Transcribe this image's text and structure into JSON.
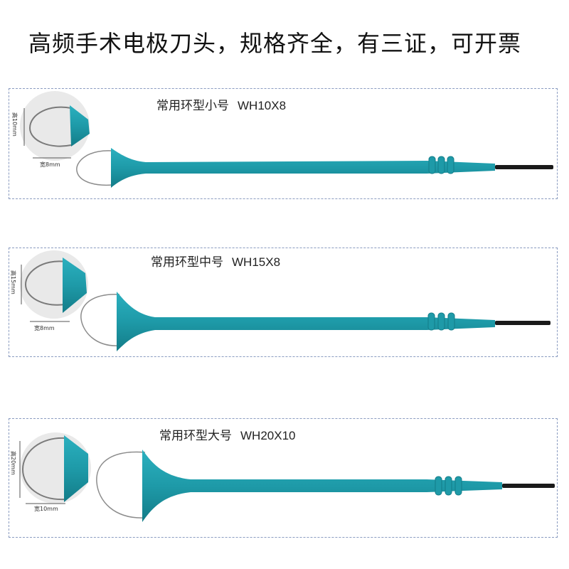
{
  "headline": "高频手术电极刀头，规格齐全，有三证，可开票",
  "colors": {
    "handle": "#1e9aa8",
    "handle_dark": "#137c88",
    "tip": "#1a1a1a",
    "wire": "#8c8c8c",
    "border": "#8a9bc0"
  },
  "panels": [
    {
      "name": "常用环型小号",
      "code": "WH10X8",
      "height_label": "高10mm",
      "width_label": "宽8mm"
    },
    {
      "name": "常用环型中号",
      "code": "WH15X8",
      "height_label": "高15mm",
      "width_label": "宽8mm"
    },
    {
      "name": "常用环型大号",
      "code": "WH20X10",
      "height_label": "高20mm",
      "width_label": "宽10mm"
    }
  ]
}
